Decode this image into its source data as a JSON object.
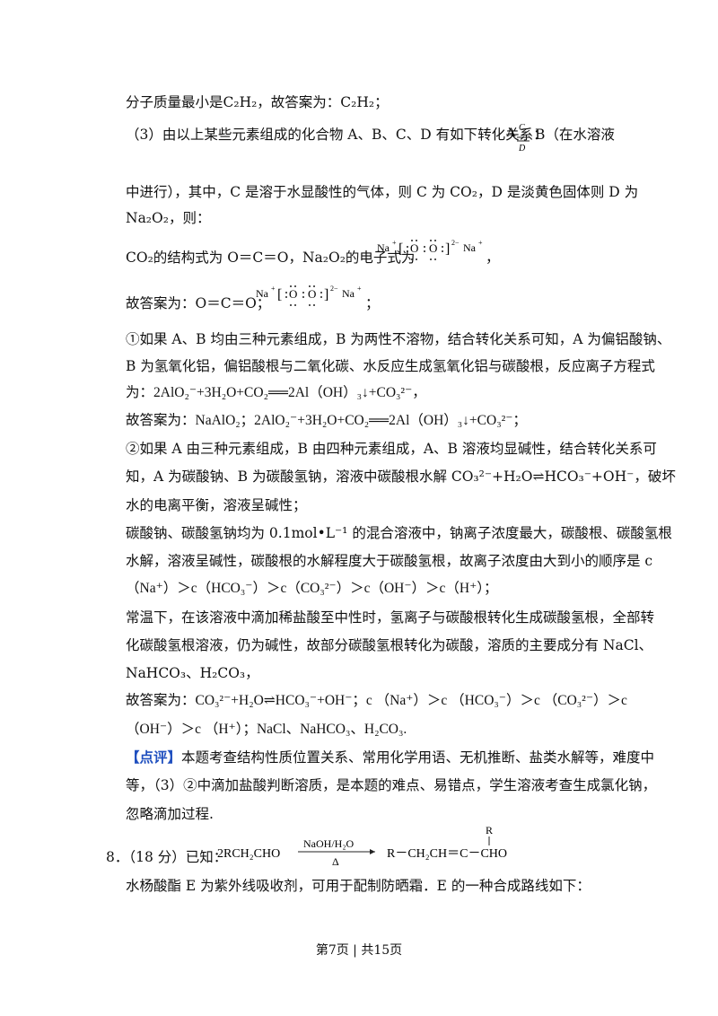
{
  "lines": {
    "l1": "分子质量最小是C₂H₂，故答案为：C₂H₂；",
    "l2a": "（3）由以上某些元素组成的化合物 A、B、C、D 有如下转化关系：",
    "l2b": "B（在水溶液",
    "l3": "中进行），其中，C 是溶于水显酸性的气体，则 C 为 CO₂，D 是淡黄色固体则 D 为",
    "l4": "Na₂O₂，则：",
    "l5a": "CO₂的结构式为 O＝C＝O，Na₂O₂的电子式为",
    "l5b": "，",
    "l6a": "故答案为：O＝C＝O；",
    "l6b": "；",
    "l7": "①如果 A、B 均由三种元素组成，B 为两性不溶物，结合转化关系可知，A 为偏铝酸钠、",
    "l8": "B 为氢氧化铝，偏铝酸根与二氧化碳、水反应生成氢氧化铝与碳酸根，反应离子方程式",
    "l9": "为：2AlO₂⁻+3H₂O+CO₂══2Al（OH）₃↓+CO₃²⁻，",
    "l10": "故答案为：NaAlO₂；2AlO₂⁻+3H₂O+CO₂══2Al（OH）₃↓+CO₃²⁻；",
    "l11": "②如果 A 由三种元素组成，B 由四种元素组成，A、B 溶液均显碱性，结合转化关系可",
    "l12": "知，A 为碳酸钠、B 为碳酸氢钠，溶液中碳酸根水解 CO₃²⁻+H₂O⇌HCO₃⁻+OH⁻，破坏",
    "l13": "水的电离平衡，溶液呈碱性；",
    "l14": "碳酸钠、碳酸氢钠均为 0.1mol•L⁻¹ 的混合溶液中，钠离子浓度最大，碳酸根、碳酸氢根",
    "l15": "水解，溶液呈碱性，碳酸根的水解程度大于碳酸氢根，故离子浓度由大到小的顺序是 c",
    "l16": "（Na⁺）＞c（HCO₃⁻）＞c（CO₃²⁻）＞c（OH⁻）＞c（H⁺）；",
    "l17": "常温下，在该溶液中滴加稀盐酸至中性时，氢离子与碳酸根转化生成碳酸氢根，全部转",
    "l18": "化碳酸氢根溶液，仍为碱性，故部分碳酸氢根转化为碳酸，溶质的主要成分有 NaCl、",
    "l19": "NaHCO₃、H₂CO₃，",
    "l20": "故答案为：CO₃²⁻+H₂O⇌HCO₃⁻+OH⁻；c （Na⁺）＞c （HCO₃⁻）＞c （CO₃²⁻）＞c",
    "l21": "（OH⁻）＞c （H⁺）；NaCl、NaHCO₃、H₂CO₃.",
    "l22_label": "【点评】",
    "l22": "本题考查结构性质位置关系、常用化学用语、无机推断、盐类水解等，难度中",
    "l23": "等，（3）②中滴加盐酸判断溶质，是本题的难点、易错点，学生溶液考查生成氯化钠，",
    "l24": "忽略滴加过程.",
    "l25": "8．（18 分）已知：",
    "l26": "水杨酸酯 E 为紫外线吸收剂，可用于配制防晒霜．E 的一种合成路线如下："
  },
  "scheme": {
    "a": "A",
    "c": "C",
    "d": "D"
  },
  "electron": {
    "na": "Na",
    "plus": "+",
    "o": "O",
    "charge": "2−"
  },
  "reaction": {
    "reactant": "2RCH₂CHO",
    "cond_top": "NaOH/H₂O",
    "cond_bottom": "Δ",
    "product_left": "R－CH₂CH＝C－CHO",
    "substituent": "R"
  },
  "footer": "第7页 | 共15页"
}
